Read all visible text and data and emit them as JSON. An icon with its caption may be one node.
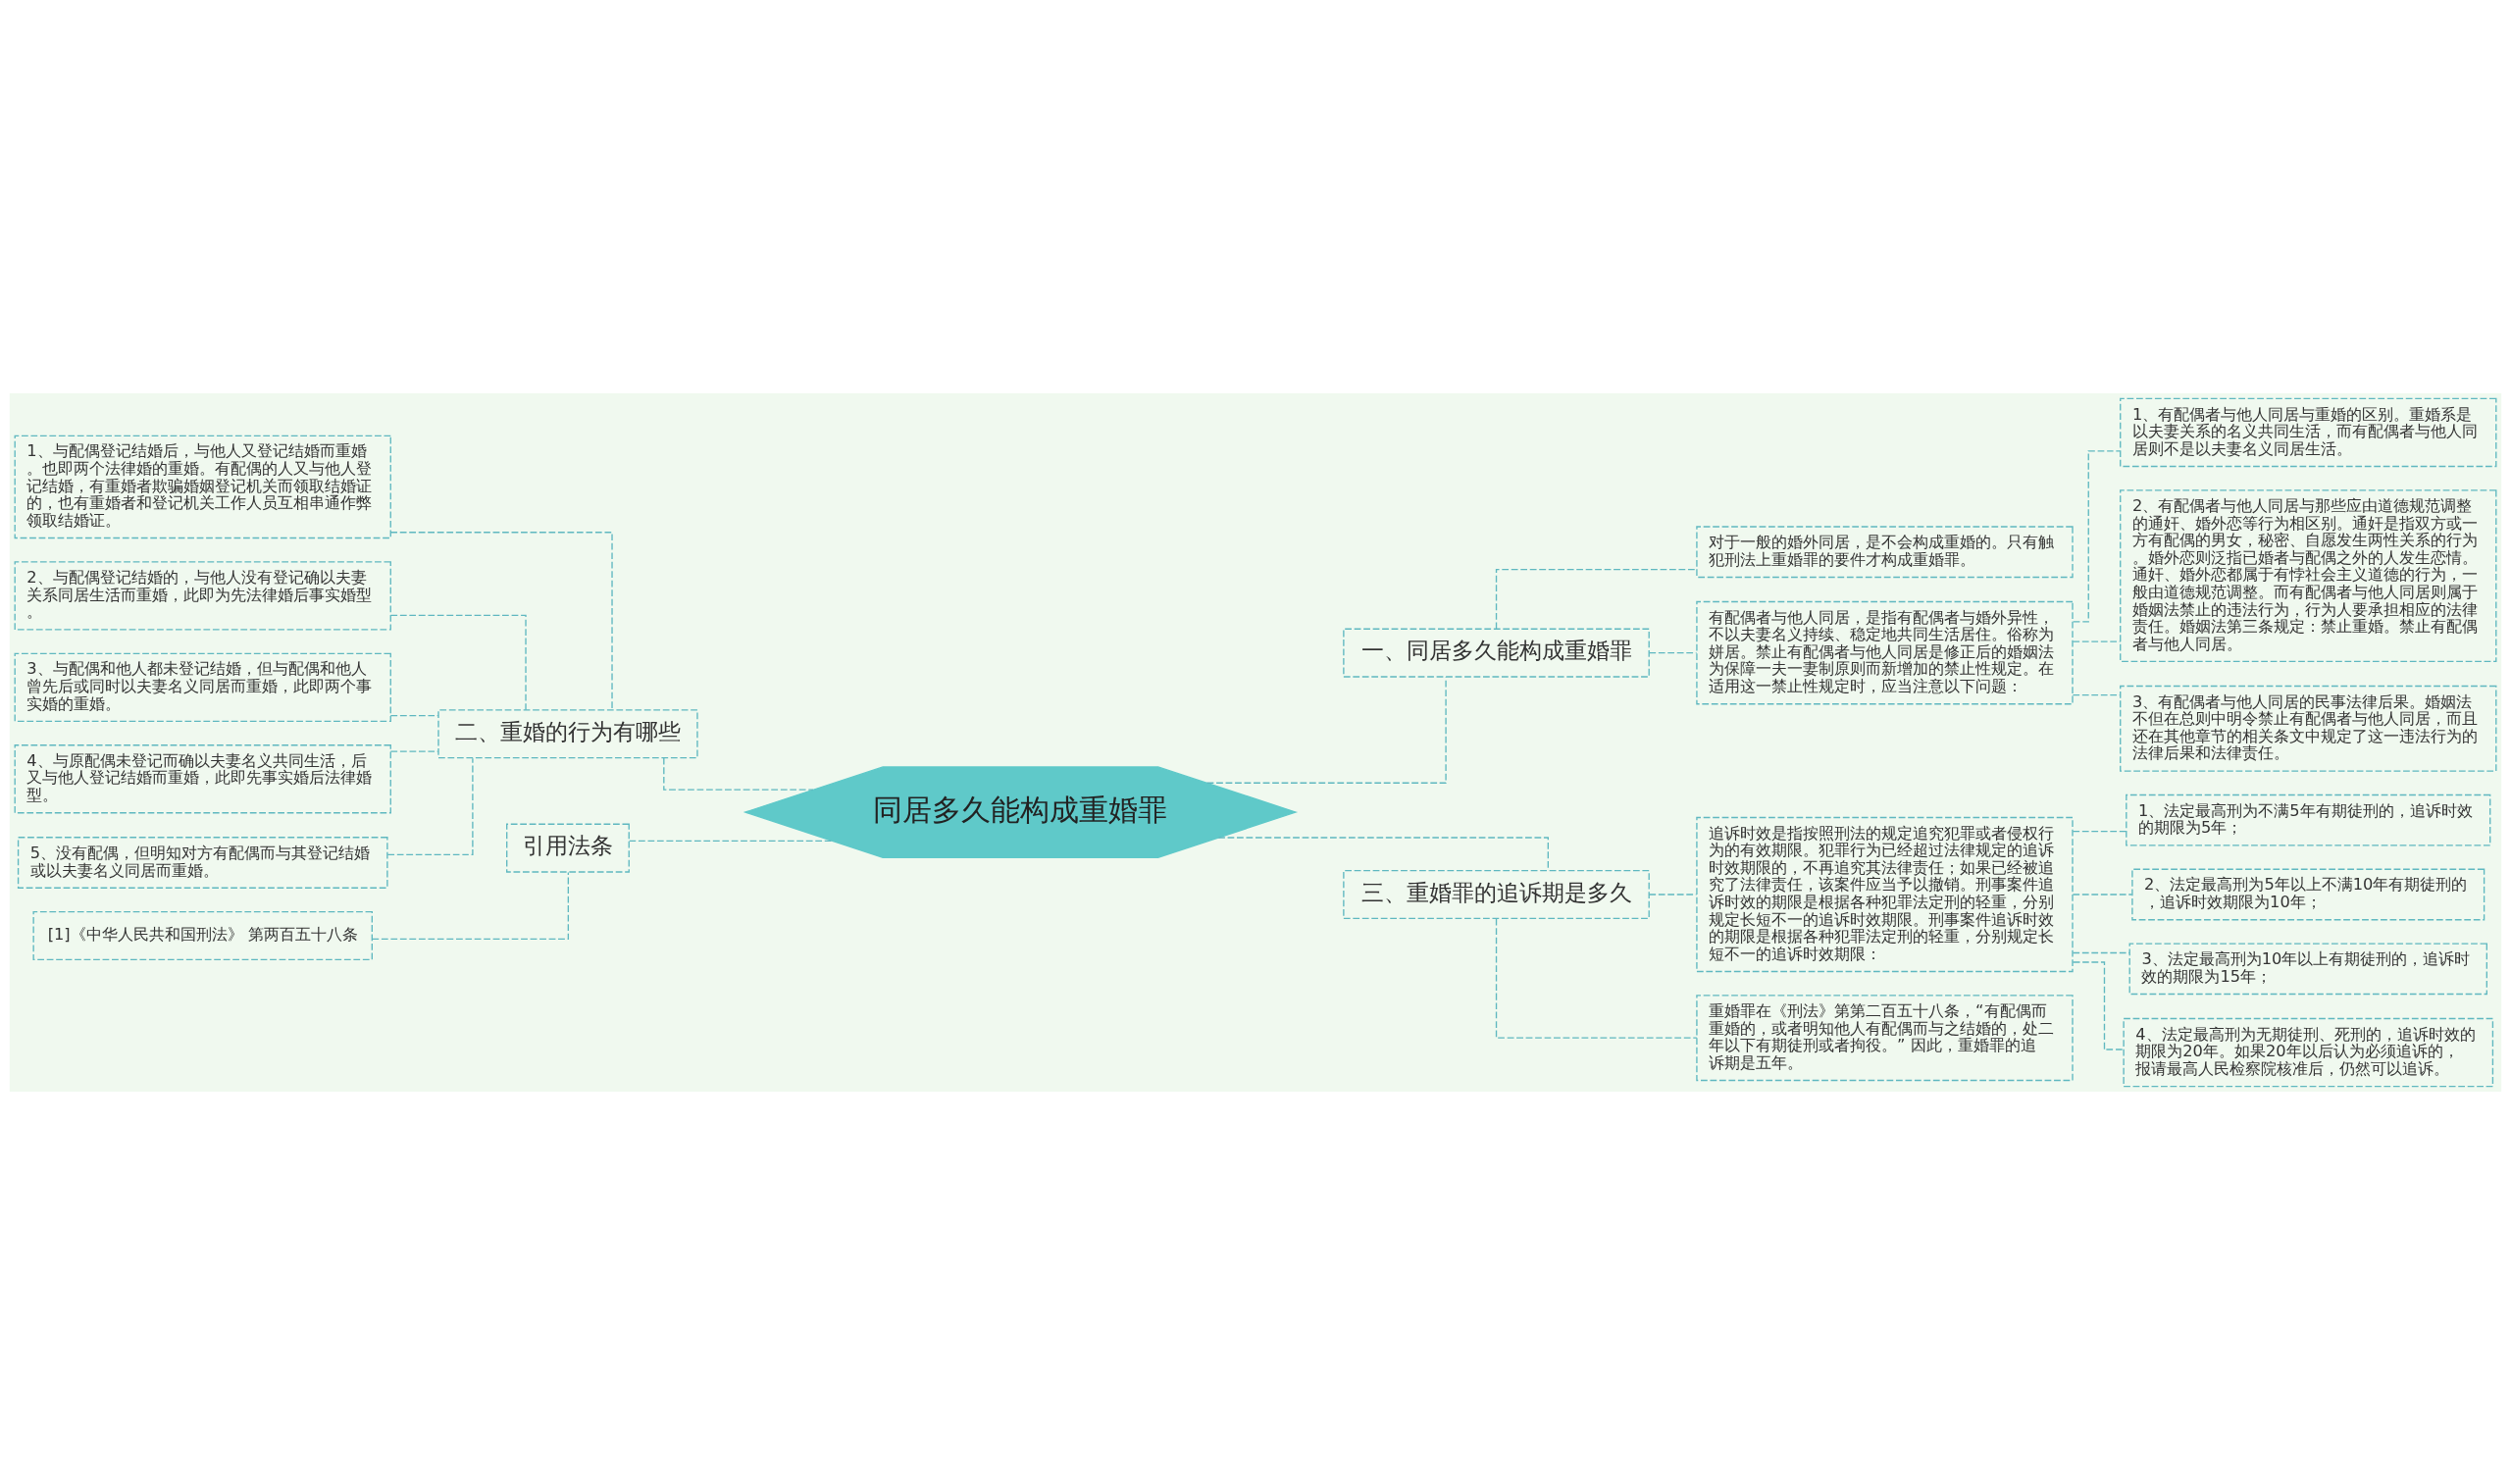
{
  "diagram": {
    "nodes": [
      {
        "text": [
          "同居多久能构成重婚罪"
        ]
      },
      {
        "text": [
          "一、同居多久能构成重婚罪"
        ]
      },
      {
        "text": [
          "对于一般的婚外同居，是不会构成重婚的。只有触犯刑法上重婚罪的要件才构成重婚罪。"
        ]
      },
      {
        "text": [
          "有配偶者与他人同居，是指有配偶者与婚外异性，不以夫妻名义持续、稳定地共同生活居住。俗称为姘居。禁止有配偶者与他人同居是修正后的婚姻法为保障一夫一妻制原则而新增加的禁止性规定。在适用这一禁止性规定时，应当注意以下问题："
        ]
      },
      {
        "text": [
          "1、有配偶者与他人同居与重婚的区别。重婚系是以夫妻关系的名义共同生活，而有配偶者与他人同居则不是以夫妻名义同居生活。"
        ]
      },
      {
        "text": [
          "2、有配偶者与他人同居与那些应由道德规范调整的通奸、婚外恋等行为相区别。通奸是指双方或一方有配偶的男女，秘密、自愿发生两性关系的行为。婚外恋则泛指已婚者与配偶之外的人发生恋情。通奸、婚外恋都属于有悖社会主义道德的行为，一般由道德规范调整。而有配偶者与他人同居则属于婚姻法禁止的违法行为，行为人要承担相应的法律责任。婚姻法第三条规定：禁止重婚。禁止有配偶者与他人同居。"
        ]
      },
      {
        "text": [
          "3、有配偶者与他人同居的民事法律后果。婚姻法不但在总则中明令禁止有配偶者与他人同居，而且还在其他章节的相关条文中规定了这一违法行为的法律后果和法律责任。"
        ]
      },
      {
        "text": [
          "三、重婚罪的追诉期是多久"
        ]
      },
      {
        "text": [
          "追诉时效是指按照刑法的规定追究犯罪或者侵权行为的有效期限。犯罪行为已经超过法律规定的追诉时效期限的，不再追究其法律责任；如果已经被追究了法律责任，该案件应当予以撤销。刑事案件追诉时效的期限是根据各种犯罪法定刑的轻重，分别规定长短不一的追诉时效期限。刑事案件追诉时效的期限是根据各种犯罪法定刑的轻重，分别规定长短不一的追诉时效期限："
        ]
      },
      {
        "text": [
          "1、法定最高刑为不满5年有期徒刑的，追诉时效的期限为5年；"
        ]
      },
      {
        "text": [
          "2、法定最高刑为5年以上不满10年有期徒刑的，追诉时效期限为10年；"
        ]
      },
      {
        "text": [
          "3、法定最高刑为10年以上有期徒刑的，追诉时效的期限为15年；"
        ]
      },
      {
        "text": [
          "4、法定最高刑为无期徒刑、死刑的，追诉时效的期限为20年。如果20年以后认为必须追诉的，报请最高人民检察院核准后，仍然可以追诉。"
        ]
      },
      {
        "text": [
          "重婚罪在《刑法》第第二百五十八条，“有配偶而重婚的，或者明知他人有配偶而与之结婚的，处二年以下有期徒刑或者拘役。” 因此，重婚罪的追诉期是五年。"
        ]
      },
      {
        "text": [
          "二、重婚的行为有哪些"
        ]
      },
      {
        "text": [
          "1、与配偶登记结婚后，与他人又登记结婚而重婚。也即两个法律婚的重婚。有配偶的人又与他人登记结婚，有重婚者欺骗婚姻登记机关而领取结婚证的，也有重婚者和登记机关工作人员互相串通作弊领取结婚证。"
        ]
      },
      {
        "text": [
          "2、与配偶登记结婚的，与他人没有登记确以夫妻关系同居生活而重婚，此即为先法律婚后事实婚型。"
        ]
      },
      {
        "text": [
          "3、与配偶和他人都未登记结婚，但与配偶和他人曾先后或同时以夫妻名义同居而重婚，此即两个事实婚的重婚。"
        ]
      },
      {
        "text": [
          "4、与原配偶未登记而确以夫妻名义共同生活，后又与他人登记结婚而重婚，此即先事实婚后法律婚型。"
        ]
      },
      {
        "text": [
          "5、没有配偶，但明知对方有配偶而与其登记结婚或以夫妻名义同居而重婚。"
        ]
      },
      {
        "text": [
          "引用法条"
        ]
      },
      {
        "text": [
          "[1]《中华人民共和国刑法》 第两百五十八条"
        ]
      }
    ],
    "edges": [
      {
        "from": 0,
        "to": 1,
        "arrow": "none",
        "style": "dashed"
      },
      {
        "from": 1,
        "to": 2,
        "arrow": "none",
        "style": "dashed"
      },
      {
        "from": 1,
        "to": 3,
        "arrow": "none",
        "style": "dashed"
      },
      {
        "from": 3,
        "to": 4,
        "arrow": "none",
        "style": "dashed"
      },
      {
        "from": 3,
        "to": 5,
        "arrow": "none",
        "style": "dashed"
      },
      {
        "from": 3,
        "to": 6,
        "arrow": "none",
        "style": "dashed"
      },
      {
        "from": 0,
        "to": 7,
        "arrow": "none",
        "style": "dashed"
      },
      {
        "from": 7,
        "to": 8,
        "arrow": "none",
        "style": "dashed"
      },
      {
        "from": 8,
        "to": 9,
        "arrow": "none",
        "style": "dashed"
      },
      {
        "from": 8,
        "to": 10,
        "arrow": "none",
        "style": "dashed"
      },
      {
        "from": 8,
        "to": 11,
        "arrow": "none",
        "style": "dashed"
      },
      {
        "from": 8,
        "to": 12,
        "arrow": "none",
        "style": "dashed"
      },
      {
        "from": 7,
        "to": 13,
        "arrow": "none",
        "style": "dashed"
      },
      {
        "from": 0,
        "to": 14,
        "arrow": "none",
        "style": "dashed"
      },
      {
        "from": 14,
        "to": 15,
        "arrow": "none",
        "style": "dashed"
      },
      {
        "from": 14,
        "to": 16,
        "arrow": "none",
        "style": "dashed"
      },
      {
        "from": 14,
        "to": 17,
        "arrow": "none",
        "style": "dashed"
      },
      {
        "from": 14,
        "to": 18,
        "arrow": "none",
        "style": "dashed"
      },
      {
        "from": 14,
        "to": 19,
        "arrow": "none",
        "style": "dashed"
      },
      {
        "from": 0,
        "to": 20,
        "arrow": "none",
        "style": "dashed"
      },
      {
        "from": 20,
        "to": 21,
        "arrow": "none",
        "style": "dashed"
      }
    ]
  }
}
